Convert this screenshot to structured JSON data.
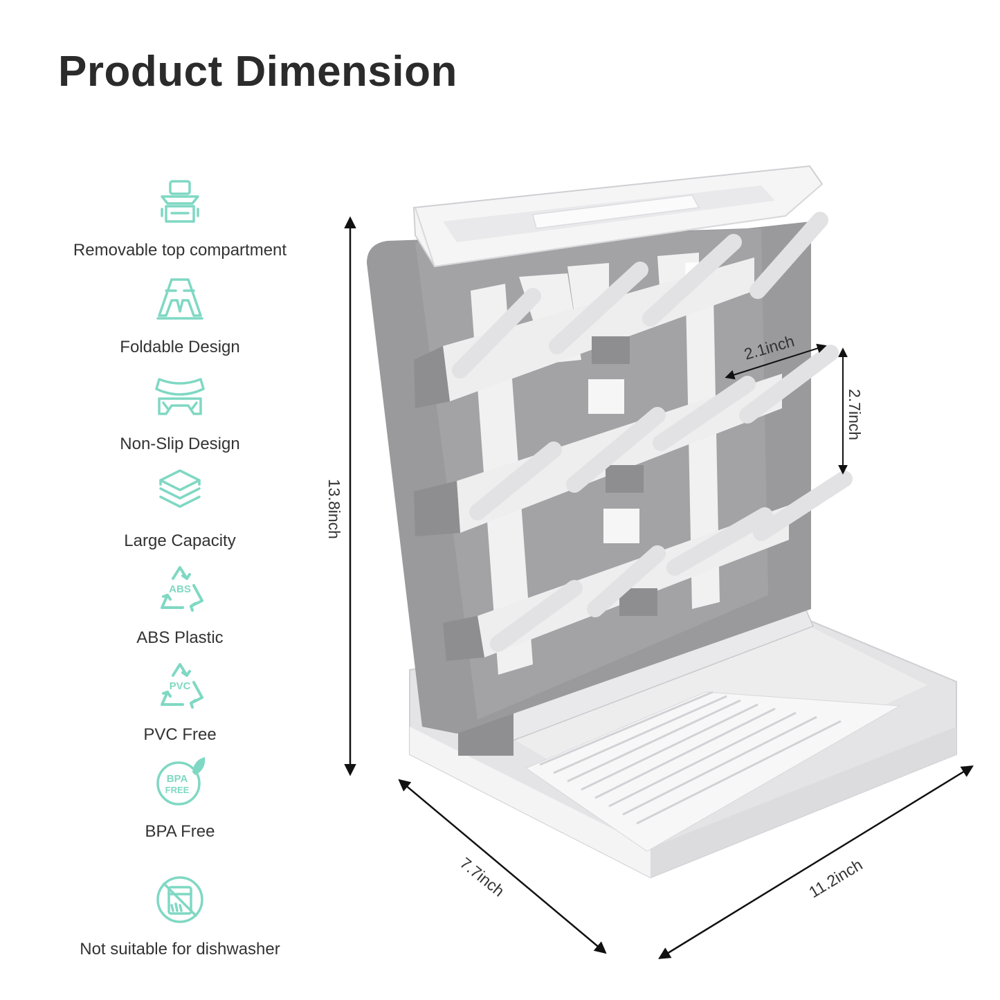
{
  "title": "Product Dimension",
  "accent_color": "#7fd8c3",
  "features": [
    {
      "icon": "removable-compartment-icon",
      "label": "Removable top compartment"
    },
    {
      "icon": "foldable-icon",
      "label": "Foldable Design"
    },
    {
      "icon": "non-slip-icon",
      "label": "Non-Slip Design"
    },
    {
      "icon": "layers-icon",
      "label": "Large Capacity"
    },
    {
      "icon": "recycle-abs-icon",
      "label": "ABS Plastic",
      "icon_text": "ABS"
    },
    {
      "icon": "recycle-pvc-icon",
      "label": "PVC Free",
      "icon_text": "PVC"
    },
    {
      "icon": "bpa-free-leaf-icon",
      "label": "BPA Free",
      "icon_text_1": "BPA",
      "icon_text_2": "FREE"
    },
    {
      "icon": "no-dishwasher-icon",
      "label": "Not suitable for dishwasher"
    }
  ],
  "dimensions": {
    "height": "13.8inch",
    "peg_spacing": "2.1inch",
    "row_spacing": "2.7inch",
    "depth": "7.7inch",
    "width": "11.2inch"
  }
}
